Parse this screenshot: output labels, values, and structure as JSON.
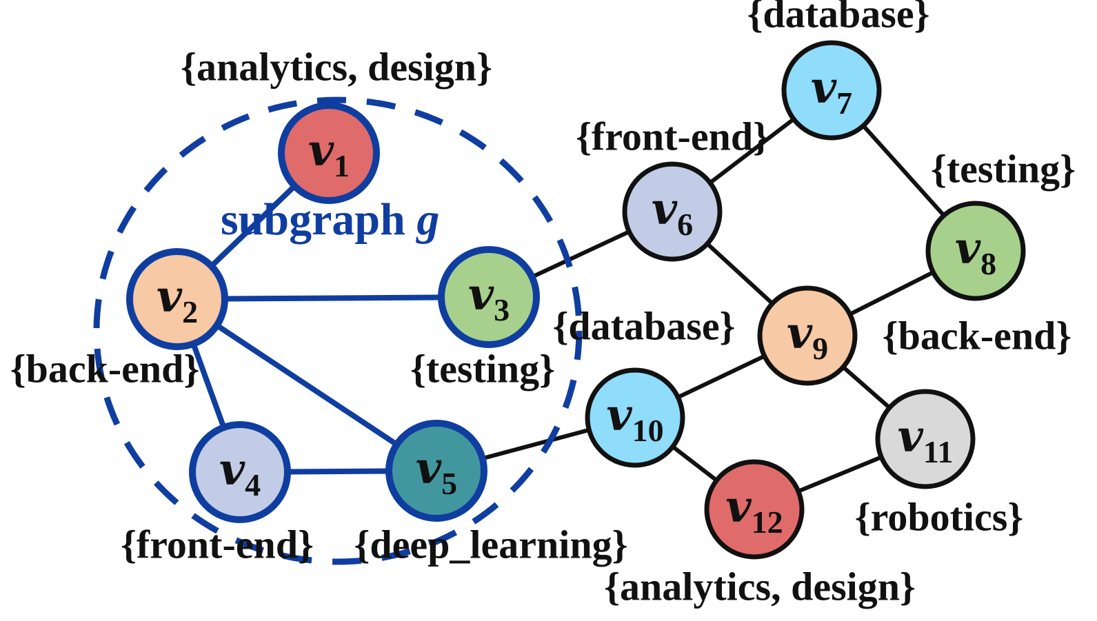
{
  "subgraph": {
    "title": "subgraph ",
    "var": "g",
    "color": "#0f3ea0"
  },
  "colors": {
    "subgraph_edge": "#0f3ea0",
    "edge": "#111111",
    "sub_node_border": "#0f3ea0",
    "node_border": "#111111"
  },
  "nodes": [
    {
      "id": "v1",
      "name": "v",
      "sub": "1",
      "label": "{analytics, design}",
      "fill": "#e06b6b",
      "in_subgraph": true
    },
    {
      "id": "v2",
      "name": "v",
      "sub": "2",
      "label": "{back-end}",
      "fill": "#f7c9a4",
      "in_subgraph": true
    },
    {
      "id": "v3",
      "name": "v",
      "sub": "3",
      "label": "{testing}",
      "fill": "#a7d08c",
      "in_subgraph": true
    },
    {
      "id": "v4",
      "name": "v",
      "sub": "4",
      "label": "{front-end}",
      "fill": "#c3cce6",
      "in_subgraph": true
    },
    {
      "id": "v5",
      "name": "v",
      "sub": "5",
      "label": "{deep_learning}",
      "fill": "#42979f",
      "in_subgraph": true
    },
    {
      "id": "v6",
      "name": "v",
      "sub": "6",
      "label": "{front-end}",
      "fill": "#c3cce6",
      "in_subgraph": false
    },
    {
      "id": "v7",
      "name": "v",
      "sub": "7",
      "label": "{database}",
      "fill": "#8fdcfb",
      "in_subgraph": false
    },
    {
      "id": "v8",
      "name": "v",
      "sub": "8",
      "label": "{testing}",
      "fill": "#a7d08c",
      "in_subgraph": false
    },
    {
      "id": "v9",
      "name": "v",
      "sub": "9",
      "label": "{back-end}",
      "fill": "#f7c9a4",
      "in_subgraph": false
    },
    {
      "id": "v10",
      "name": "v",
      "sub": "10",
      "label": "{database}",
      "fill": "#8fdcfb",
      "in_subgraph": false
    },
    {
      "id": "v11",
      "name": "v",
      "sub": "11",
      "label": "{robotics}",
      "fill": "#d9d9d9",
      "in_subgraph": false
    },
    {
      "id": "v12",
      "name": "v",
      "sub": "12",
      "label": "{analytics, design}",
      "fill": "#e06b6b",
      "in_subgraph": false
    }
  ],
  "edges": [
    {
      "from": "v1",
      "to": "v2",
      "in_subgraph": true
    },
    {
      "from": "v2",
      "to": "v3",
      "in_subgraph": true
    },
    {
      "from": "v2",
      "to": "v4",
      "in_subgraph": true
    },
    {
      "from": "v2",
      "to": "v5",
      "in_subgraph": true
    },
    {
      "from": "v4",
      "to": "v5",
      "in_subgraph": true
    },
    {
      "from": "v3",
      "to": "v6",
      "in_subgraph": false
    },
    {
      "from": "v6",
      "to": "v7",
      "in_subgraph": false
    },
    {
      "from": "v7",
      "to": "v8",
      "in_subgraph": false
    },
    {
      "from": "v6",
      "to": "v9",
      "in_subgraph": false
    },
    {
      "from": "v8",
      "to": "v9",
      "in_subgraph": false
    },
    {
      "from": "v9",
      "to": "v10",
      "in_subgraph": false
    },
    {
      "from": "v9",
      "to": "v11",
      "in_subgraph": false
    },
    {
      "from": "v5",
      "to": "v10",
      "in_subgraph": false
    },
    {
      "from": "v10",
      "to": "v12",
      "in_subgraph": false
    },
    {
      "from": "v11",
      "to": "v12",
      "in_subgraph": false
    }
  ]
}
